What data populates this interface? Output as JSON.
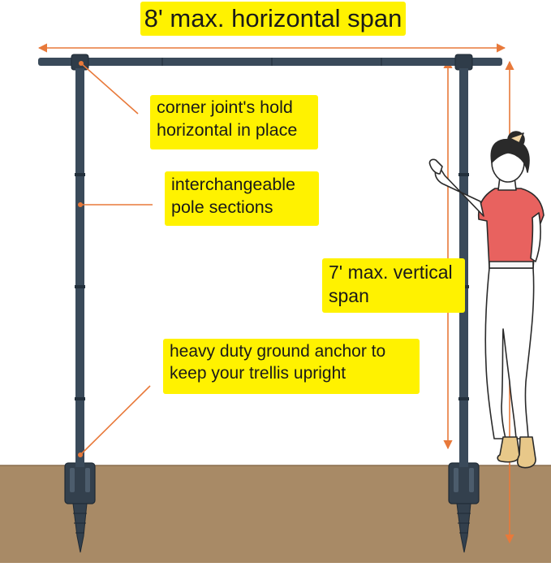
{
  "labels": {
    "title": "8' max. horizontal span",
    "corner": [
      "corner joint's hold",
      "horizontal in place"
    ],
    "pole": [
      "interchangeable",
      "pole sections"
    ],
    "vertical": [
      "7' max. vertical",
      "span"
    ],
    "anchor": [
      "heavy duty ground anchor to",
      "keep your trellis upright"
    ]
  },
  "colors": {
    "label_bg": "#fff200",
    "pole": "#3a4a5a",
    "arrow": "#e8793a",
    "ground": "#a88a66",
    "shirt": "#e8625f",
    "shoes": "#e8c889"
  }
}
